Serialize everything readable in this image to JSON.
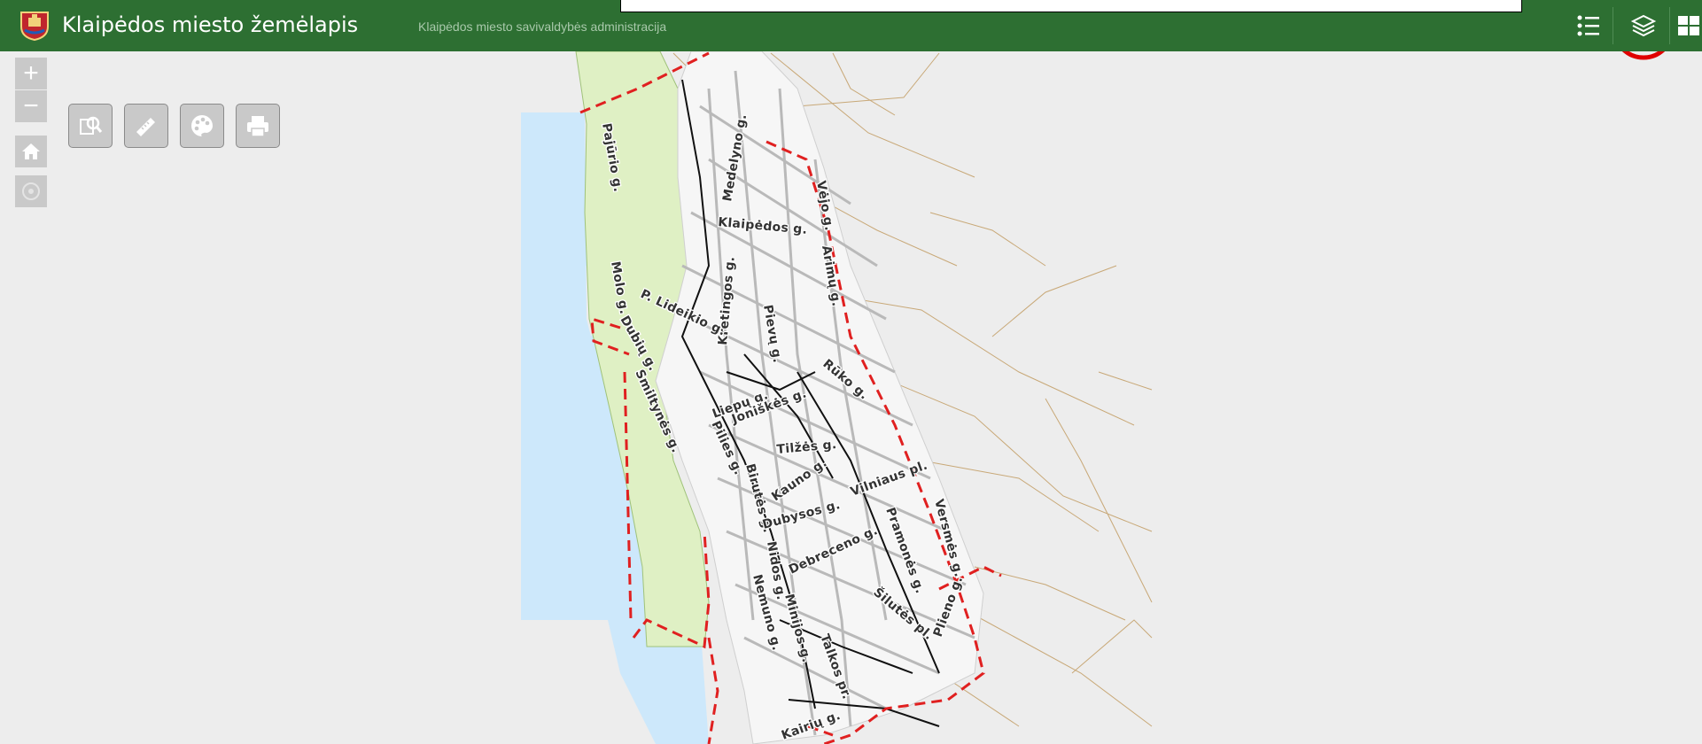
{
  "header": {
    "title": "Klaipėdos miesto žemėlapis",
    "subtitle": "Klaipėdos miesto savivaldybės administracija",
    "background": "#2d6f32",
    "buttons": [
      {
        "name": "legend-icon",
        "label": "Legend"
      },
      {
        "name": "layers-icon",
        "label": "Layers",
        "highlighted": true
      },
      {
        "name": "basemap-gallery-icon",
        "label": "Basemap gallery"
      }
    ]
  },
  "nav": {
    "zoom_in": "+",
    "zoom_out": "−",
    "home": "home-icon",
    "locate": "locate-icon"
  },
  "tools": [
    {
      "name": "search-layer-icon"
    },
    {
      "name": "measure-ruler-icon"
    },
    {
      "name": "style-palette-icon"
    },
    {
      "name": "print-icon"
    }
  ],
  "map": {
    "colors": {
      "water": "#cde8fb",
      "park": "#dff0c4",
      "boundary": "#e02020",
      "roads": "#b9b9b9",
      "railway": "#111111",
      "rural_roads": "#c8a877",
      "annotation": "#e00000"
    },
    "street_labels": [
      "Pajūrio g.",
      "Medelyno g.",
      "Klaipėdos g.",
      "Vėjo g.",
      "Molo g.",
      "Kretingos g.",
      "Arimų g.",
      "P. Lideikio g.",
      "Pievų g.",
      "Dubių g.",
      "Rūko g.",
      "Liepų g.",
      "Smiltynės g.",
      "Joniškės g.",
      "Tilžės g.",
      "Pilies g.",
      "Birutės g.",
      "Kauno g.",
      "Vilniaus pl.",
      "Dubysos g.",
      "Versmės g.",
      "Pramonės g.",
      "Debreceno g.",
      "Nidos g.",
      "Nemuno g.",
      "Minijos g.",
      "Šilutės pl.",
      "Talkos pr.",
      "Plieno g.",
      "Kairių g."
    ]
  }
}
